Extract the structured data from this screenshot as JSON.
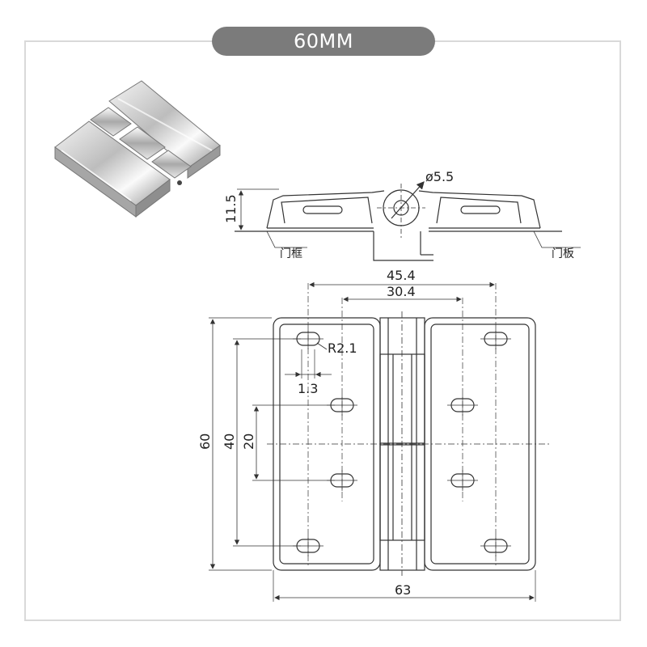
{
  "title": "60MM",
  "product_photo": {
    "subject": "hinge-photo"
  },
  "side_view": {
    "diameter_label": "ø5.5",
    "height_label": "11.5",
    "left_label": "门框",
    "right_label": "门板"
  },
  "top_view": {
    "dim_outer_hole_span": "45.4",
    "dim_inner_hole_span": "30.4",
    "dim_slot_radius": "R2.1",
    "dim_slot_offset": "1.3",
    "dim_total_height": "60",
    "dim_hole_height_outer": "40",
    "dim_hole_height_inner": "20",
    "dim_total_width": "63"
  },
  "colors": {
    "line": "#333333",
    "pill": "#7b7b7b",
    "frame": "#d9d9d9"
  }
}
